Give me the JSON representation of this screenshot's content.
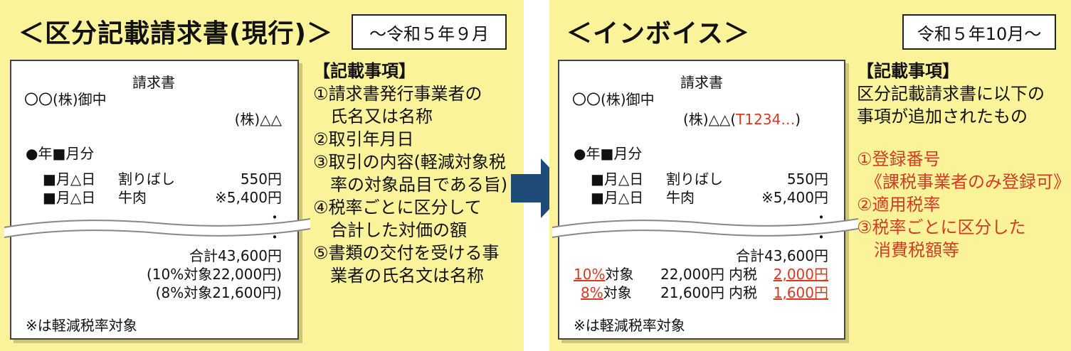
{
  "left": {
    "title": "＜区分記載請求書(現行)＞",
    "date_label": "～令和５年９月",
    "doc": {
      "heading": "請求書",
      "to": "〇〇(株)御中",
      "from": "(株)△△",
      "period": "●年■月分",
      "items": [
        {
          "date": "■月△日",
          "name": "割りばし",
          "amount": "550円"
        },
        {
          "date": "■月△日",
          "name": "牛肉",
          "amount": "※5,400円"
        }
      ],
      "dot1": "・",
      "dot2": "・",
      "total": "合計43,600円",
      "tax10": "(10%対象22,000円)",
      "tax8": "(8%対象21,600円)",
      "note": "※は軽減税率対象"
    },
    "info": {
      "heading": "【記載事項】",
      "lines": [
        "①請求書発行事業者の",
        "　氏名又は名称",
        "②取引年月日",
        "③取引の内容(軽減対象税",
        "　率の対象品目である旨)",
        "④税率ごとに区分して",
        "　合計した対価の額",
        "⑤書類の交付を受ける事",
        "　業者の氏名文は名称"
      ]
    }
  },
  "right": {
    "title": "＜インボイス＞",
    "date_label": "令和５年10月～",
    "doc": {
      "heading": "請求書",
      "to": "〇〇(株)御中",
      "from": "(株)△△(",
      "reg_no": "T1234…",
      "from_close": ")",
      "period": "●年■月分",
      "items": [
        {
          "date": "■月△日",
          "name": "割りばし",
          "amount": "550円"
        },
        {
          "date": "■月△日",
          "name": "牛肉",
          "amount": "※5,400円"
        }
      ],
      "dot1": "・",
      "dot2": "・",
      "total": "合計43,600円",
      "rows": [
        {
          "rate": "10%",
          "label": "対象",
          "amount": "22,000円",
          "tax_label": "内税",
          "tax": "2,000円"
        },
        {
          "rate": "8%",
          "label": "対象",
          "amount": "21,600円",
          "tax_label": "内税",
          "tax": "1,600円"
        }
      ],
      "note": "※は軽減税率対象"
    },
    "info": {
      "heading": "【記載事項】",
      "intro": [
        "区分記載請求書に以下の",
        "事項が追加されたもの"
      ],
      "added": [
        "①登録番号",
        "　《課税事業者のみ登録可》",
        "②適用税率",
        "③税率ごとに区分した",
        "　消費税額等"
      ]
    }
  },
  "colors": {
    "panel": "#fbf39a",
    "accent_red": "#d63a22",
    "arrow": "#1f4b78"
  }
}
